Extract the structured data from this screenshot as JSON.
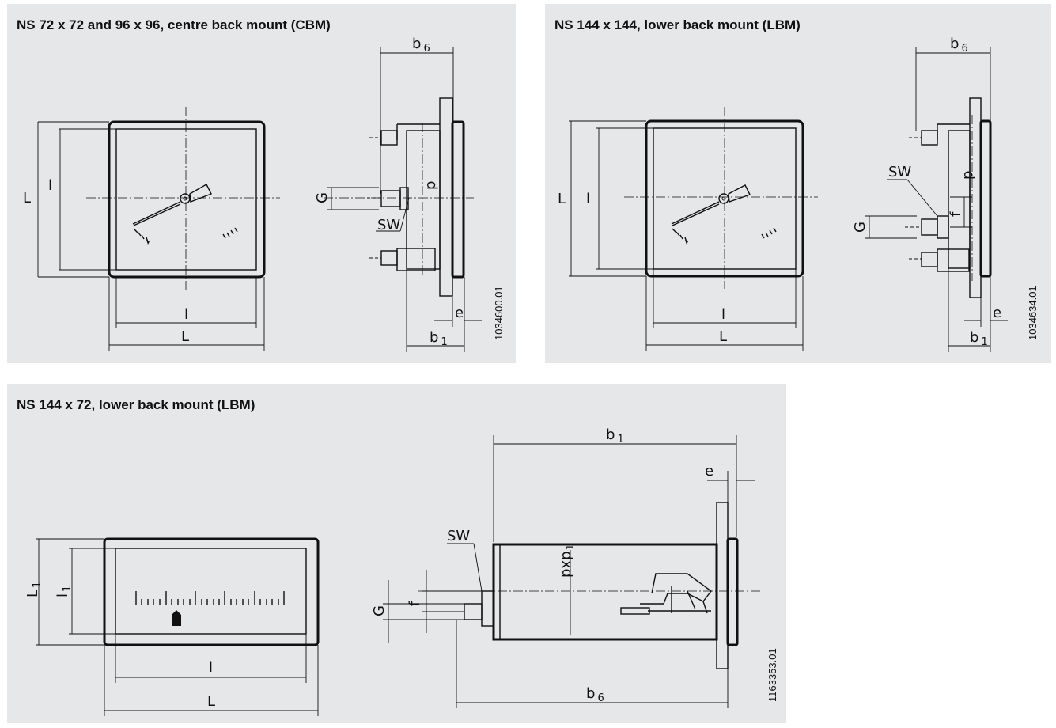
{
  "panels": {
    "cbm": {
      "title": "NS 72 x 72 and 96 x 96, centre back mount (CBM)",
      "code": "1034600.01",
      "labels": {
        "b6": "b",
        "b6_sub": "6",
        "L_left": "L",
        "l_left": "l",
        "l_bottom": "l",
        "L_bottom": "L",
        "p": "p",
        "G": "G",
        "SW": "SW",
        "e": "e",
        "b1": "b",
        "b1_sub": "1"
      }
    },
    "lbm_square": {
      "title": "NS 144 x 144, lower back mount (LBM)",
      "code": "1034634.01",
      "labels": {
        "b6": "b",
        "b6_sub": "6",
        "L_left": "L",
        "l_left": "l",
        "l_bottom": "l",
        "L_bottom": "L",
        "p": "p",
        "SW": "SW",
        "f": "f",
        "G": "G",
        "e": "e",
        "b1": "b",
        "b1_sub": "1"
      }
    },
    "lbm_rect": {
      "title": "NS 144 x 72, lower back mount (LBM)",
      "code": "1163353.01",
      "labels": {
        "L1": "L",
        "L1_sub": "1",
        "l1": "l",
        "l1_sub": "1",
        "l_bottom": "l",
        "L_bottom": "L",
        "b1": "b",
        "b1_sub": "1",
        "e": "e",
        "SW": "SW",
        "f": "f",
        "G": "G",
        "pxp": "pxp",
        "pxp_sub": "1",
        "b6": "b",
        "b6_sub": "6"
      }
    }
  }
}
